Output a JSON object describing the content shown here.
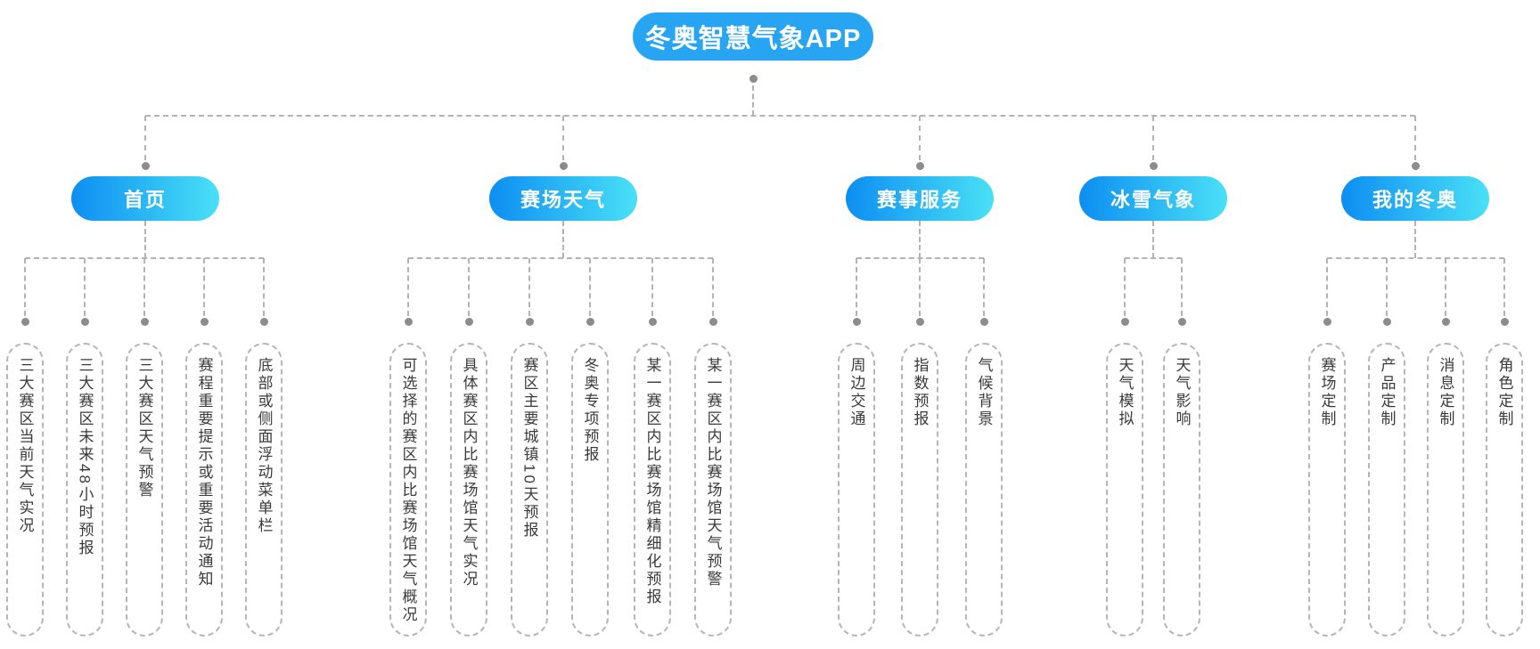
{
  "root": {
    "label": "冬奥智慧气象APP"
  },
  "branches": [
    {
      "label": "首页",
      "children": [
        "三大赛区当前天气实况",
        "三大赛区未来48小时预报",
        "三大赛区天气预警",
        "赛程重要提示或重要活动通知",
        "底部或侧面浮动菜单栏"
      ]
    },
    {
      "label": "赛场天气",
      "children": [
        "可选择的赛区内比赛场馆天气概况",
        "具体赛区内比赛场馆天气实况",
        "赛区主要城镇10天预报",
        "冬奥专项预报",
        "某一赛区内比赛场馆精细化预报",
        "某一赛区内比赛场馆天气预警"
      ]
    },
    {
      "label": "赛事服务",
      "children": [
        "周边交通",
        "指数预报",
        "气候背景"
      ]
    },
    {
      "label": "冰雪气象",
      "children": [
        "天气模拟",
        "天气影响"
      ]
    },
    {
      "label": "我的冬奥",
      "children": [
        "赛场定制",
        "产品定制",
        "消息定制",
        "角色定制"
      ]
    }
  ],
  "colors": {
    "root_fill": "#27a5f2",
    "branch_gradient_start": "#0d8ef2",
    "branch_gradient_end": "#49e0f6",
    "connector": "#b3b3b3",
    "dot": "#8c8c8c",
    "leaf_border": "#b5b5b5",
    "leaf_text": "#3a3a3a",
    "node_text": "#ffffff"
  }
}
